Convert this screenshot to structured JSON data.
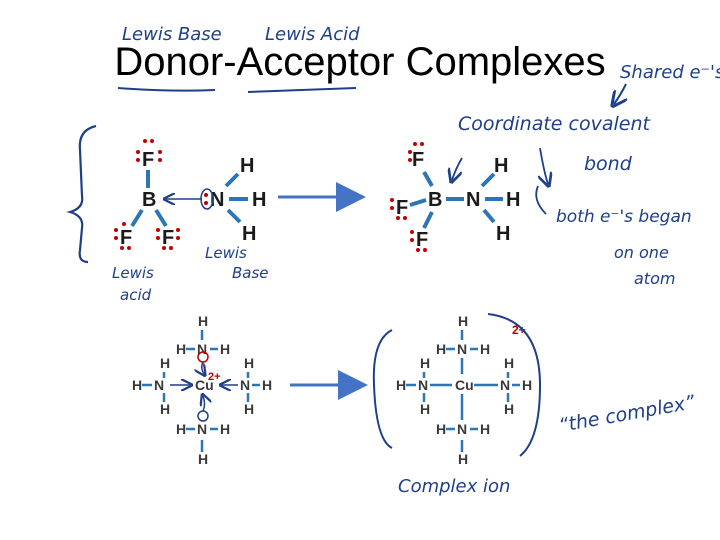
{
  "title": "Donor-Acceptor Complexes",
  "handwritten": {
    "lewis_base_top": "Lewis Base",
    "lewis_acid_top": "Lewis Acid",
    "shared_electrons": "Shared e⁻'s",
    "coordinate_covalent": "Coordinate covalent",
    "bond": "bond",
    "both_electrons": "both e⁻'s began",
    "on_one": "on one",
    "atom": "atom",
    "lewis_base_mid": "Lewis",
    "base_mid": "Base",
    "lewis_left": "Lewis",
    "acid_left": "acid",
    "the_complex": "“the complex”",
    "complex_ion": "Complex ion"
  },
  "atoms": {
    "F": "F",
    "B": "B",
    "N": "N",
    "H": "H",
    "Cu": "Cu",
    "charge": "2+"
  },
  "colors": {
    "ink": "#1e3f8a",
    "arrow": "#4472c4",
    "lone_pair": "#c00000",
    "bond_wedge": "#2e75b6"
  }
}
